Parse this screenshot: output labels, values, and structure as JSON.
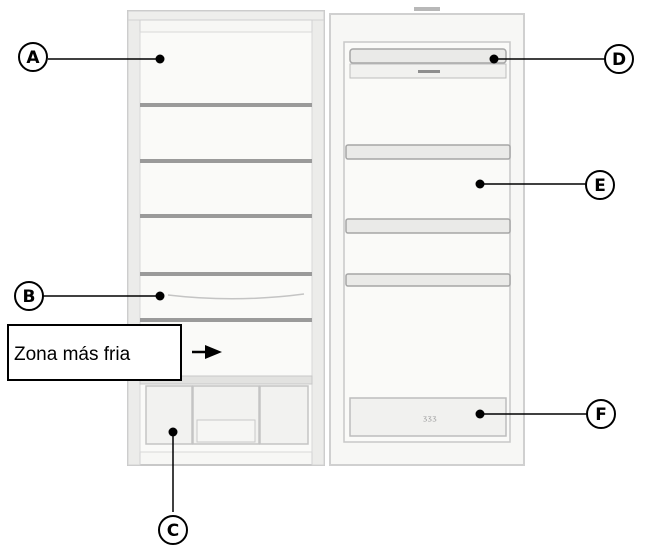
{
  "callouts": [
    {
      "id": "A",
      "label": "A"
    },
    {
      "id": "B",
      "label": "B"
    },
    {
      "id": "C",
      "label": "C"
    },
    {
      "id": "D",
      "label": "D"
    },
    {
      "id": "E",
      "label": "E"
    },
    {
      "id": "F",
      "label": "F"
    }
  ],
  "zone_label": "Zona más fria",
  "door_marking": "ᶾᶾᶾ",
  "colors": {
    "outline": "#000000",
    "appliance": "#c8c8c8",
    "appliance_fill": "#f7f7f5",
    "shelf": "#9a9a9a",
    "background": "#ffffff"
  }
}
